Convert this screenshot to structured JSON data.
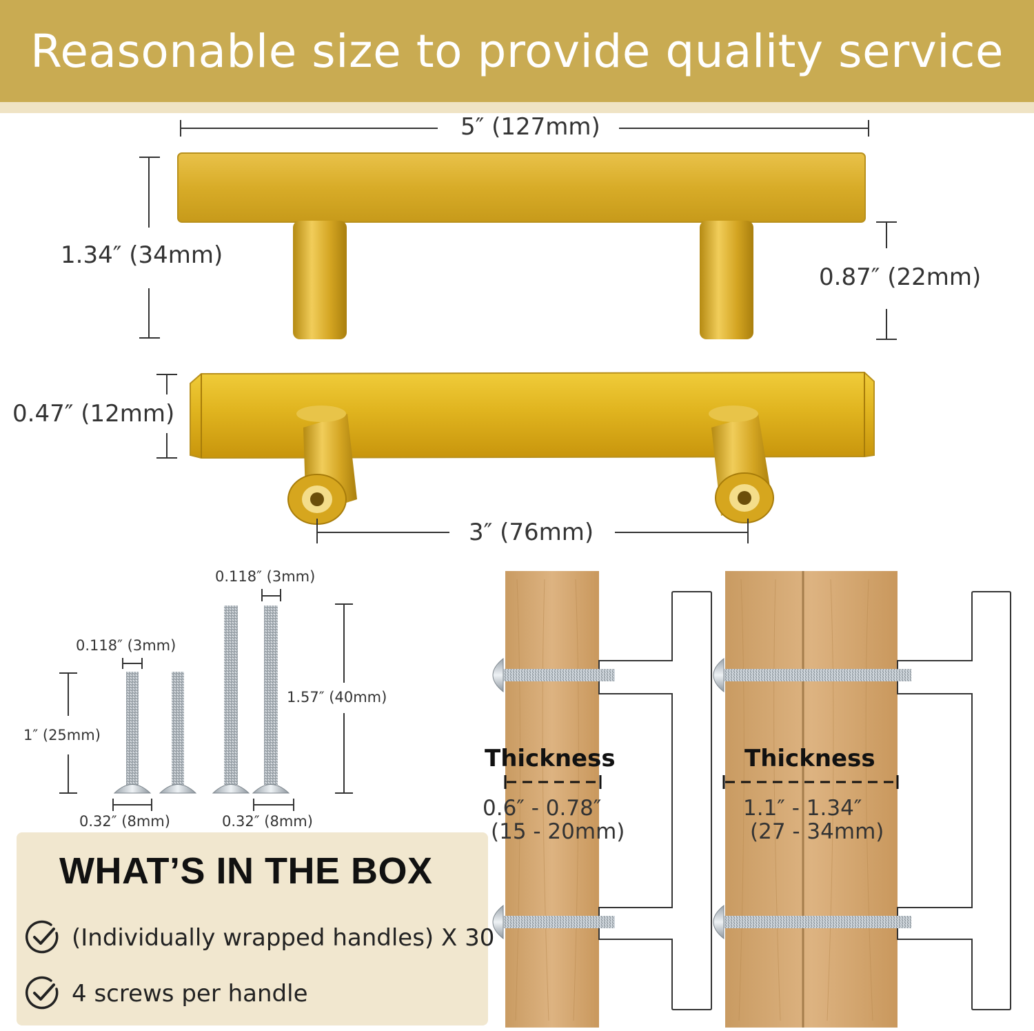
{
  "banner": {
    "title": "Reasonable size to provide quality service"
  },
  "dimensions": {
    "overall_length": "5″ (127mm)",
    "handle_height": "1.34″ (34mm)",
    "post_height": "0.87″ (22mm)",
    "bar_width": "0.47″ (12mm)",
    "hole_center": "3″ (76mm)"
  },
  "screws": {
    "short_diameter": "0.118″ (3mm)",
    "short_length": "1″ (25mm)",
    "short_head": "0.32″ (8mm)",
    "long_diameter": "0.118″ (3mm)",
    "long_length": "1.57″ (40mm)",
    "long_head": "0.32″ (8mm)"
  },
  "thickness": {
    "left": {
      "label": "Thickness",
      "range_in": "0.6″ - 0.78″",
      "range_mm": "(15 - 20mm)"
    },
    "right": {
      "label": "Thickness",
      "range_in": "1.1″ - 1.34″",
      "range_mm": "(27 - 34mm)"
    }
  },
  "box": {
    "title": "WHAT’S IN THE BOX",
    "items": [
      {
        "text": "(Individually wrapped handles) X 30",
        "icon": "check-circle-icon"
      },
      {
        "text": "4 screws per handle",
        "icon": "check-circle-icon"
      }
    ]
  },
  "colors": {
    "banner": "#c9ab52",
    "banner_strip": "#efe3c4",
    "gold": "#d4a91e",
    "wood": "#d5aa73",
    "box_panel": "#f1e7cf"
  }
}
